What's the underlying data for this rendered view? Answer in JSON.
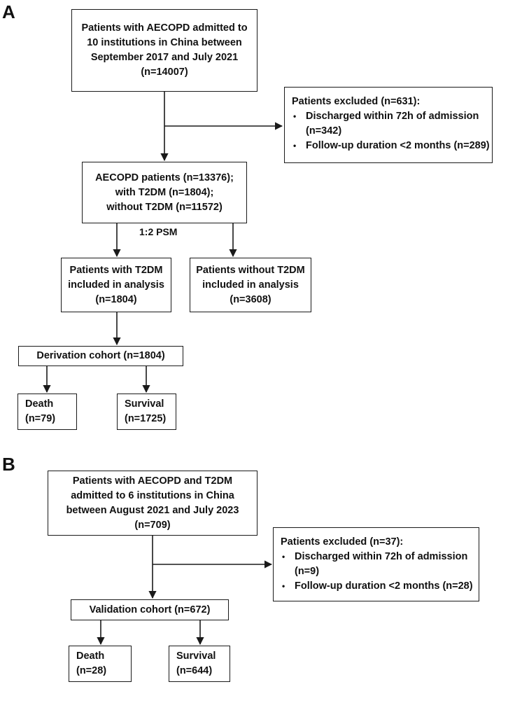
{
  "panel_a": {
    "label": "A",
    "start": [
      "Patients with AECOPD admitted to",
      "10 institutions in China between",
      "September 2017 and July 2021",
      "(n=14007)"
    ],
    "excluded": {
      "title": "Patients excluded (n=631):",
      "item1": [
        "Discharged within 72h of admission",
        "(n=342)"
      ],
      "item2": "Follow-up duration <2 months (n=289)"
    },
    "aecopd": [
      "AECOPD patients (n=13376);",
      "with T2DM (n=1804);",
      "without T2DM (n=11572)"
    ],
    "psm_label": "1:2 PSM",
    "with_t2dm": [
      "Patients with T2DM",
      "included in analysis",
      "(n=1804)"
    ],
    "without_t2dm": [
      "Patients without T2DM",
      "included in analysis",
      "(n=3608)"
    ],
    "derivation": "Derivation cohort (n=1804)",
    "death": [
      "Death",
      "(n=79)"
    ],
    "survival": [
      "Survival",
      "(n=1725)"
    ]
  },
  "panel_b": {
    "label": "B",
    "start": [
      "Patients with AECOPD and T2DM",
      "admitted to 6 institutions in China",
      "between August 2021 and July 2023",
      "(n=709)"
    ],
    "excluded": {
      "title": "Patients excluded (n=37):",
      "item1": [
        "Discharged within 72h of admission",
        "(n=9)"
      ],
      "item2": "Follow-up duration <2 months (n=28)"
    },
    "validation": "Validation cohort (n=672)",
    "death": [
      "Death",
      "(n=28)"
    ],
    "survival": [
      "Survival",
      "(n=644)"
    ]
  }
}
